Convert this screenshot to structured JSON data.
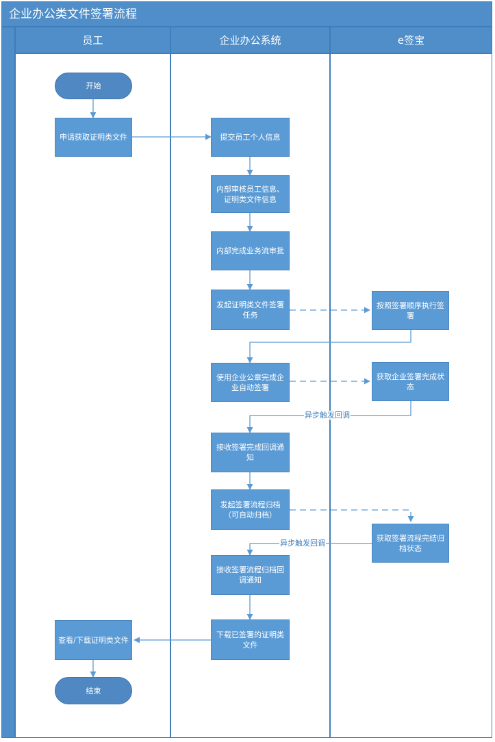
{
  "title": "企业办公类文件签署流程",
  "lanes": [
    {
      "id": "employee",
      "label": "员工"
    },
    {
      "id": "system",
      "label": "企业办公系统"
    },
    {
      "id": "esign",
      "label": "e签宝"
    }
  ],
  "nodes": {
    "start": "开始",
    "apply": "申请获取证明类文件",
    "submit_info": "提交员工个人信息",
    "review": "内部审核员工信息、\n证明类文件信息",
    "approval": "内部完成业务流审批",
    "initiate_sign": "发起证明类文件签署\n任务",
    "execute_sign": "按照签署顺序执行签\n署",
    "auto_seal": "使用企业公章完成企\n业自动签署",
    "get_sign_status": "获取企业签署完成状\n态",
    "receive_sign_notice": "接收签署完成回调通\n知",
    "initiate_archive": "发起签署流程归档\n（可自动归档）",
    "get_archive_status": "获取签署流程完结归\n档状态",
    "receive_archive_notice": "接收签署流程归档回\n调通知",
    "download": "下载已签署的证明类\n文件",
    "view_download": "查看/下载证明类文件",
    "end": "结束"
  },
  "edge_labels": {
    "async_callback_1": "异步触发回调",
    "async_callback_2": "异步触发回调"
  },
  "colors": {
    "header": "#4f8ec9",
    "node": "#5b9bd5",
    "terminal": "#4f88c2",
    "line": "#5b9bd5",
    "border": "#3f7dba"
  }
}
